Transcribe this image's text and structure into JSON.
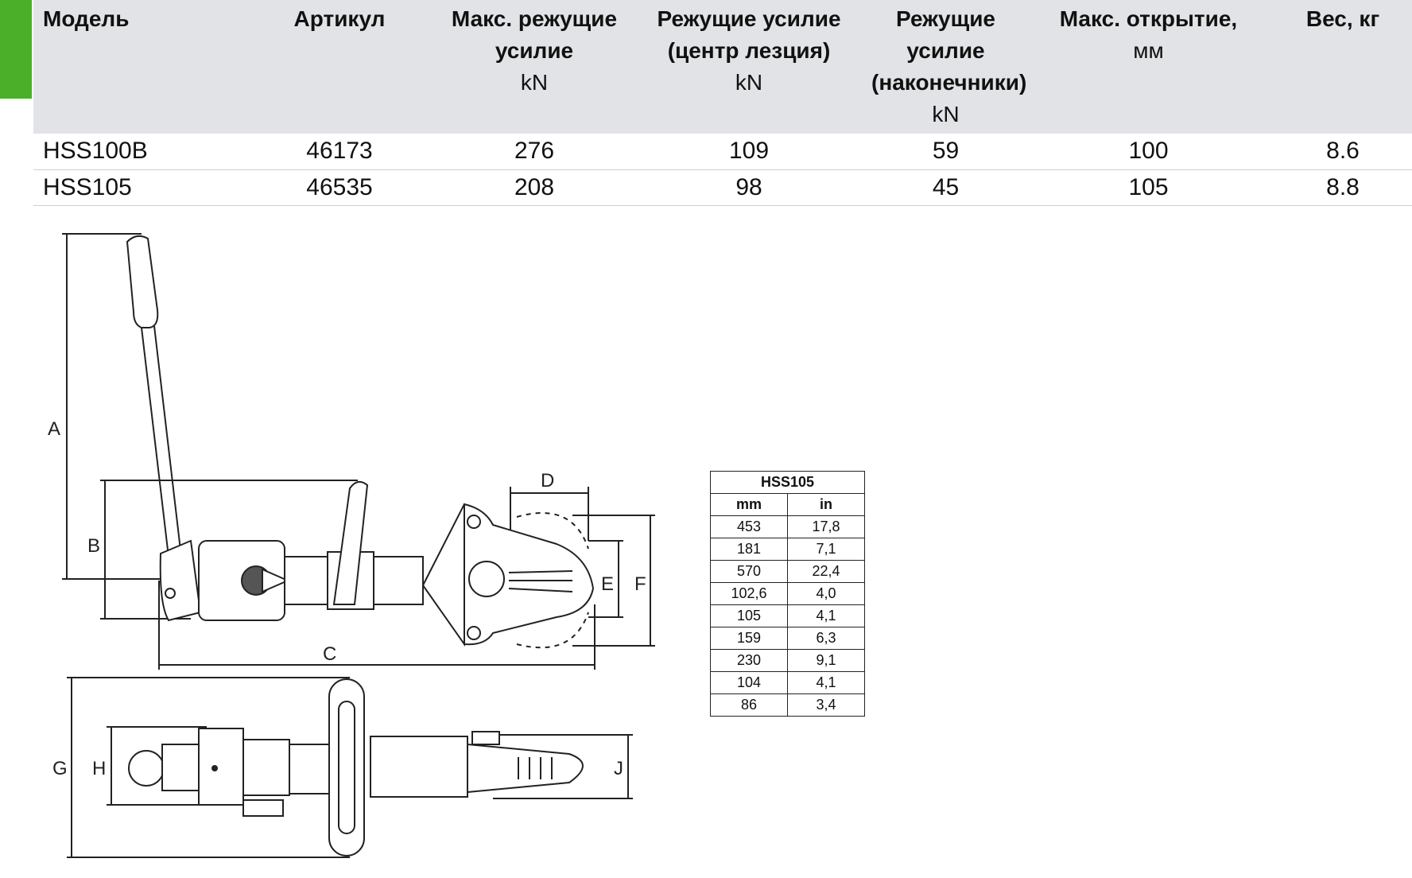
{
  "spec_table": {
    "headers": [
      {
        "label": "Модель",
        "unit": ""
      },
      {
        "label": "Артикул",
        "unit": ""
      },
      {
        "label": "Макс. режущие усилие",
        "unit": "kN"
      },
      {
        "label": "Режущие усилие (центр лезция)",
        "unit": "kN"
      },
      {
        "label": "Режущие усилие (наконечники)",
        "unit": "kN"
      },
      {
        "label": "Макс. открытие,",
        "unit": "мм"
      },
      {
        "label": "Вес, кг",
        "unit": ""
      }
    ],
    "rows": [
      [
        "HSS100B",
        "46173",
        "276",
        "109",
        "59",
        "100",
        "8.6"
      ],
      [
        "HSS105",
        "46535",
        "208",
        "98",
        "45",
        "105",
        "8.8"
      ]
    ]
  },
  "drawing": {
    "labels": {
      "A": "A",
      "B": "B",
      "C": "C",
      "D": "D",
      "E": "E",
      "F": "F",
      "G": "G",
      "H": "H",
      "J": "J"
    }
  },
  "dimension_table": {
    "title": "HSS105",
    "col_mm": "mm",
    "col_in": "in",
    "rows": [
      [
        "453",
        "17,8"
      ],
      [
        "181",
        "7,1"
      ],
      [
        "570",
        "22,4"
      ],
      [
        "102,6",
        "4,0"
      ],
      [
        "105",
        "4,1"
      ],
      [
        "159",
        "6,3"
      ],
      [
        "230",
        "9,1"
      ],
      [
        "104",
        "4,1"
      ],
      [
        "86",
        "3,4"
      ]
    ]
  }
}
